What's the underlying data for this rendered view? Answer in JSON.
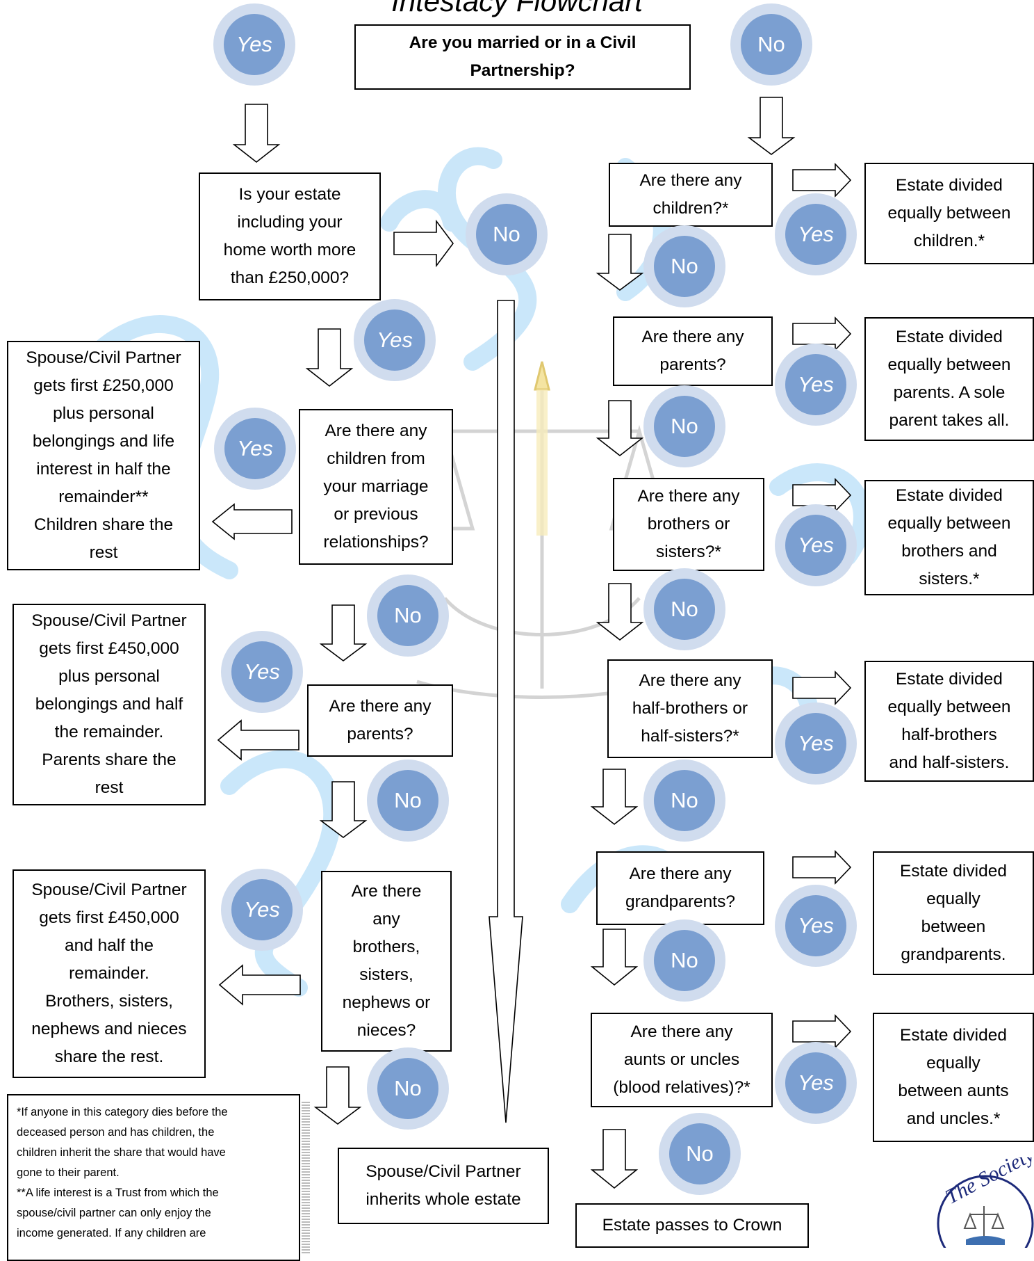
{
  "title": "Intestacy Flowchart",
  "colors": {
    "circle_outer": "#d0dcee",
    "circle_inner": "#7b9fd1",
    "watermark": "#9fd3f5"
  },
  "boxes": {
    "married": [
      "Are you married or in a Civil",
      "Partnership?"
    ],
    "estate_worth": [
      "Is your estate",
      "including your",
      "home worth more",
      "than £250,000?"
    ],
    "children_marriage": [
      "Are there any",
      "children from",
      "your marriage",
      "or previous",
      "relationships?"
    ],
    "spouse_250": [
      "Spouse/Civil Partner",
      "gets first £250,000",
      "plus personal",
      "belongings and life",
      "interest in half the",
      "remainder**",
      "Children share the",
      "rest"
    ],
    "parents_married": [
      "Are there any",
      "parents?"
    ],
    "spouse_450_parents": [
      "Spouse/Civil Partner",
      "gets first £450,000",
      "plus personal",
      "belongings and half",
      "the remainder.",
      "Parents share the",
      "rest"
    ],
    "siblings_married": [
      "Are there",
      "any",
      "brothers,",
      "sisters,",
      "nephews or",
      "nieces?"
    ],
    "spouse_450_siblings": [
      "Spouse/Civil Partner",
      "gets first £450,000",
      "and half the",
      "remainder.",
      "Brothers, sisters,",
      "nephews and nieces",
      "share the rest."
    ],
    "spouse_whole": [
      "Spouse/Civil Partner",
      "inherits whole estate"
    ],
    "any_children": [
      "Are there any",
      "children?*"
    ],
    "result_children": [
      "Estate divided",
      "equally between",
      "children.*"
    ],
    "any_parents": [
      "Are there any",
      "parents?"
    ],
    "result_parents": [
      "Estate divided",
      "equally between",
      "parents. A sole",
      "parent takes all."
    ],
    "any_siblings": [
      "Are there any",
      "brothers or",
      "sisters?*"
    ],
    "result_siblings": [
      "Estate divided",
      "equally between",
      "brothers and",
      "sisters.*"
    ],
    "any_half_siblings": [
      "Are there any",
      "half-brothers or",
      "half-sisters?*"
    ],
    "result_half_siblings": [
      "Estate divided",
      "equally between",
      "half-brothers",
      "and half-sisters."
    ],
    "any_grandparents": [
      "Are there any",
      "grandparents?"
    ],
    "result_grandparents": [
      "Estate divided",
      "equally",
      "between",
      "grandparents."
    ],
    "any_aunts": [
      "Are there any",
      "aunts or uncles",
      "(blood relatives)?*"
    ],
    "result_aunts": [
      "Estate divided",
      "equally",
      "between aunts",
      "and uncles.*"
    ],
    "crown": [
      "Estate passes to Crown"
    ]
  },
  "labels": {
    "yes": "Yes",
    "no": "No"
  },
  "footnote": [
    "*If anyone in this category dies before the",
    "deceased person and has children, the",
    "children inherit the share that would have",
    "gone to their parent.",
    "**A life interest is a Trust from which the",
    "spouse/civil partner can only enjoy the",
    "income generated. If any children are"
  ],
  "logo_text": "The Society"
}
